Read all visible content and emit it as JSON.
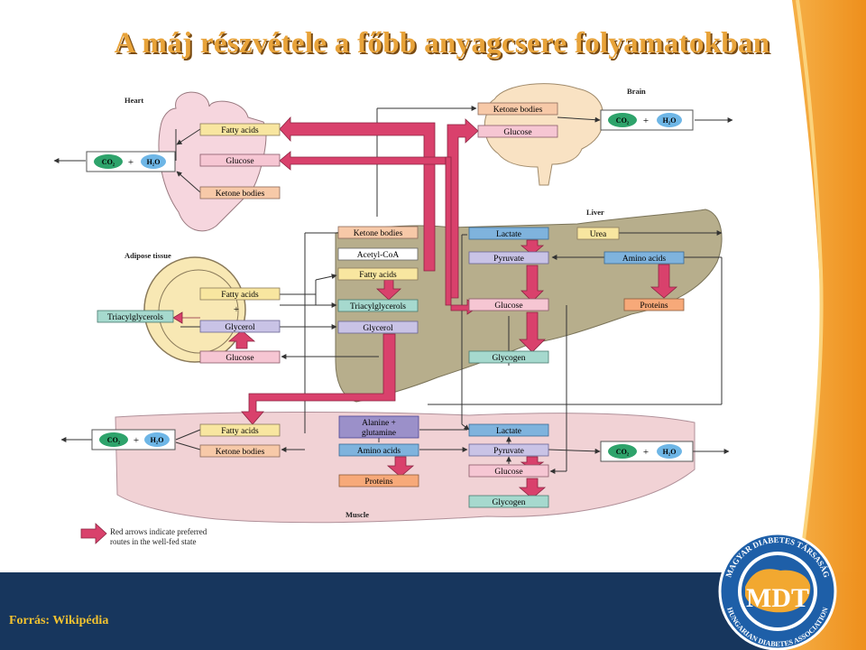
{
  "slide": {
    "title": "A máj részvétele a főbb anyagcsere folyamatokban",
    "source": "Forrás: Wikipédia"
  },
  "diagram": {
    "organs": {
      "heart": "Heart",
      "brain": "Brain",
      "liver": "Liver",
      "adipose": "Adipose tissue",
      "muscle": "Muscle"
    },
    "heart": {
      "fatty_acids": "Fatty acids",
      "glucose": "Glucose",
      "ketone_bodies": "Ketone bodies"
    },
    "brain": {
      "ketone_bodies": "Ketone bodies",
      "glucose": "Glucose"
    },
    "liver": {
      "ketone_bodies": "Ketone bodies",
      "acetyl_coa": "Acetyl-CoA",
      "fatty_acids": "Fatty acids",
      "triacylglycerols": "Triacylglycerols",
      "glycerol": "Glycerol",
      "lactate": "Lactate",
      "pyruvate": "Pyruvate",
      "glucose": "Glucose",
      "glycogen": "Glycogen",
      "urea": "Urea",
      "amino_acids": "Amino acids",
      "proteins": "Proteins"
    },
    "adipose": {
      "fatty_acids": "Fatty acids",
      "glycerol": "Glycerol",
      "glucose": "Glucose",
      "triacylglycerols": "Triacylglycerols",
      "plus": "+"
    },
    "muscle": {
      "fatty_acids": "Fatty acids",
      "ketone_bodies": "Ketone bodies",
      "alanine_glutamine_1": "Alanine +",
      "alanine_glutamine_2": "glutamine",
      "amino_acids": "Amino acids",
      "proteins": "Proteins",
      "lactate": "Lactate",
      "pyruvate": "Pyruvate",
      "glucose": "Glucose",
      "glycogen": "Glycogen"
    },
    "co2_label": "CO₂",
    "plus": "+",
    "h2o_label": "H₂O",
    "legend": {
      "line1": "Red arrows indicate preferred",
      "line2": "routes in the well-fed state"
    }
  },
  "logo": {
    "abbr": "MDT",
    "ring_top": "MAGYAR DIABETES TÁRSASÁG",
    "ring_bottom": "HUNGARIAN DIABETES ASSOCIATION"
  },
  "colors": {
    "title": "#E8A33A",
    "footer": "#17365D",
    "source": "#F2C230",
    "red_arrow": "#D9416C",
    "orange_box": "#F7C9A8",
    "pink_box": "#F6C6D3",
    "lavender_box": "#C9C3E6",
    "blue_box": "#7FB3DD",
    "teal_box": "#A6D9CE",
    "yellow_box": "#F8E6A0"
  }
}
